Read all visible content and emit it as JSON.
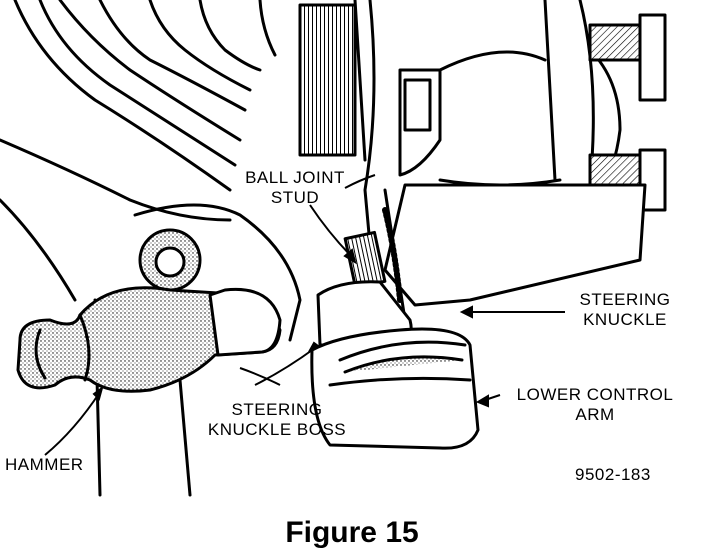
{
  "labels": {
    "ball_joint_stud": [
      "BALL JOINT",
      "STUD"
    ],
    "steering_knuckle": [
      "STEERING",
      "KNUCKLE"
    ],
    "lower_control_arm": [
      "LOWER CONTROL",
      "ARM"
    ],
    "steering_knuckle_boss": [
      "STEERING",
      "KNUCKLE BOSS"
    ],
    "hammer": "HAMMER",
    "figure_code": "9502-183"
  },
  "caption": "Figure 15"
}
